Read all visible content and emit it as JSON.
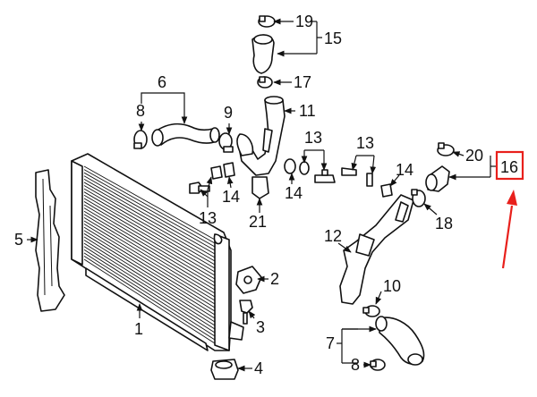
{
  "highlight": {
    "color": "#e8201c",
    "target": "16"
  },
  "callouts": [
    {
      "id": "c1",
      "text": "1"
    },
    {
      "id": "c2",
      "text": "2"
    },
    {
      "id": "c3",
      "text": "3"
    },
    {
      "id": "c4",
      "text": "4"
    },
    {
      "id": "c5",
      "text": "5"
    },
    {
      "id": "c6",
      "text": "6"
    },
    {
      "id": "c7",
      "text": "7"
    },
    {
      "id": "c8a",
      "text": "8"
    },
    {
      "id": "c8b",
      "text": "8"
    },
    {
      "id": "c9",
      "text": "9"
    },
    {
      "id": "c10",
      "text": "10"
    },
    {
      "id": "c11",
      "text": "11"
    },
    {
      "id": "c12",
      "text": "12"
    },
    {
      "id": "c13a",
      "text": "13"
    },
    {
      "id": "c13b",
      "text": "13"
    },
    {
      "id": "c13c",
      "text": "13"
    },
    {
      "id": "c14a",
      "text": "14"
    },
    {
      "id": "c14b",
      "text": "14"
    },
    {
      "id": "c14c",
      "text": "14"
    },
    {
      "id": "c15",
      "text": "15"
    },
    {
      "id": "c16",
      "text": "16"
    },
    {
      "id": "c17",
      "text": "17"
    },
    {
      "id": "c18",
      "text": "18"
    },
    {
      "id": "c19",
      "text": "19"
    },
    {
      "id": "c20",
      "text": "20"
    },
    {
      "id": "c21",
      "text": "21"
    }
  ]
}
